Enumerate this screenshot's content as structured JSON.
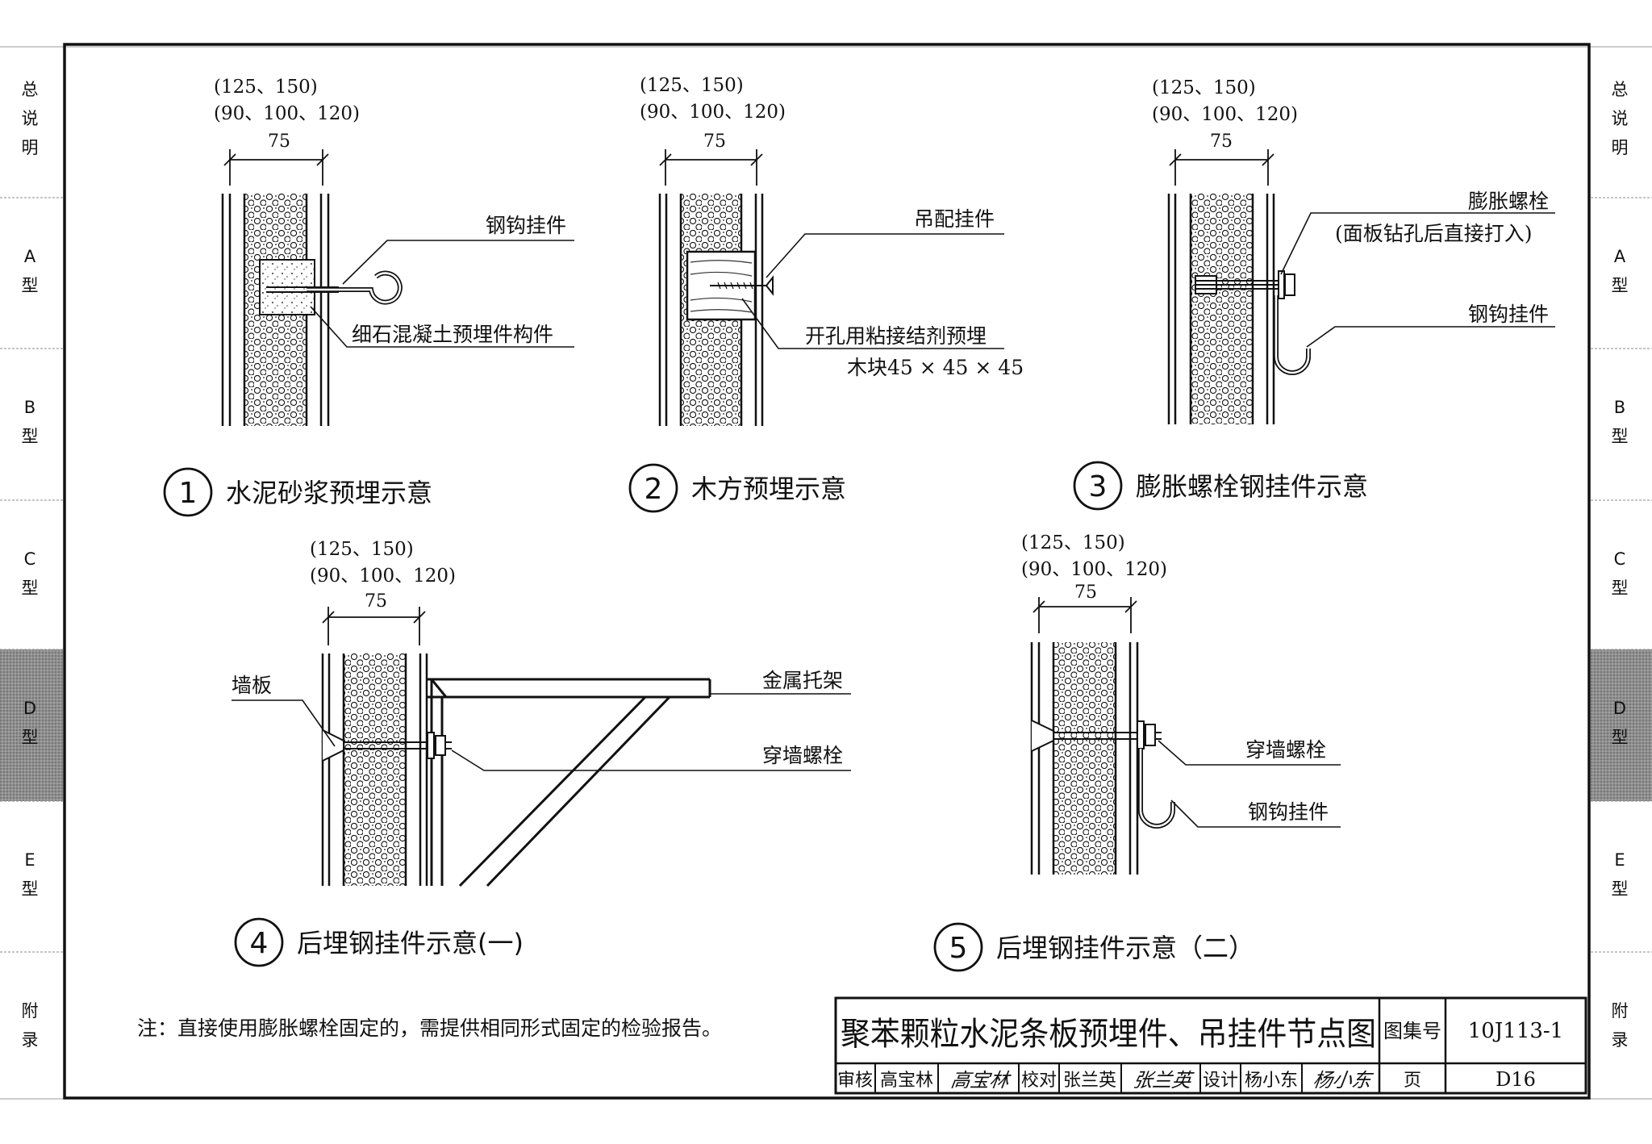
{
  "side_tabs": {
    "left": [
      {
        "label": "总\n说\n明"
      },
      {
        "label": "A\n型"
      },
      {
        "label": "B\n型"
      },
      {
        "label": "C\n型"
      },
      {
        "label": "D\n型",
        "active": true
      },
      {
        "label": "E\n型"
      },
      {
        "label": "附\n录"
      }
    ],
    "right": [
      {
        "label": "总\n说\n明"
      },
      {
        "label": "A\n型"
      },
      {
        "label": "B\n型"
      },
      {
        "label": "C\n型"
      },
      {
        "label": "D\n型",
        "active": true
      },
      {
        "label": "E\n型"
      },
      {
        "label": "附\n录"
      }
    ]
  },
  "details": [
    {
      "number": "1",
      "title": "水泥砂浆预埋示意",
      "dims": [
        "(125、150)",
        "(90、100、120)",
        "75"
      ],
      "labels": [
        "钢钩挂件",
        "细石混凝土预埋件构件"
      ]
    },
    {
      "number": "2",
      "title": "木方预埋示意",
      "dims": [
        "(125、150)",
        "(90、100、120)",
        "75"
      ],
      "labels": [
        "吊配挂件",
        "开孔用粘接结剂预埋",
        "木块45 × 45 × 45"
      ]
    },
    {
      "number": "3",
      "title": "膨胀螺栓钢挂件示意",
      "dims": [
        "(125、150)",
        "(90、100、120)",
        "75"
      ],
      "labels": [
        "膨胀螺栓",
        "(面板钻孔后直接打入)",
        "钢钩挂件"
      ]
    },
    {
      "number": "4",
      "title": "后埋钢挂件示意(一)",
      "dims": [
        "(125、150)",
        "(90、100、120)",
        "75"
      ],
      "labels": [
        "墙板",
        "金属托架",
        "穿墙螺栓"
      ]
    },
    {
      "number": "5",
      "title": "后埋钢挂件示意（二）",
      "dims": [
        "(125、150)",
        "(90、100、120)",
        "75"
      ],
      "labels": [
        "穿墙螺栓",
        "钢钩挂件"
      ]
    }
  ],
  "note": "注：直接使用膨胀螺栓固定的，需提供相同形式固定的检验报告。",
  "title_block": {
    "drawing_title": "聚苯颗粒水泥条板预埋件、吊挂件节点图",
    "atlas_label": "图集号",
    "atlas_no": "10J113-1",
    "review_label": "审核",
    "reviewer": "高宝林",
    "review_signature": "高宝林",
    "check_label": "校对",
    "checker": "张兰英",
    "check_signature": "张兰英",
    "design_label": "设计",
    "designer": "杨小东",
    "design_signature": "杨小东",
    "page_label": "页",
    "page_no": "D16"
  }
}
